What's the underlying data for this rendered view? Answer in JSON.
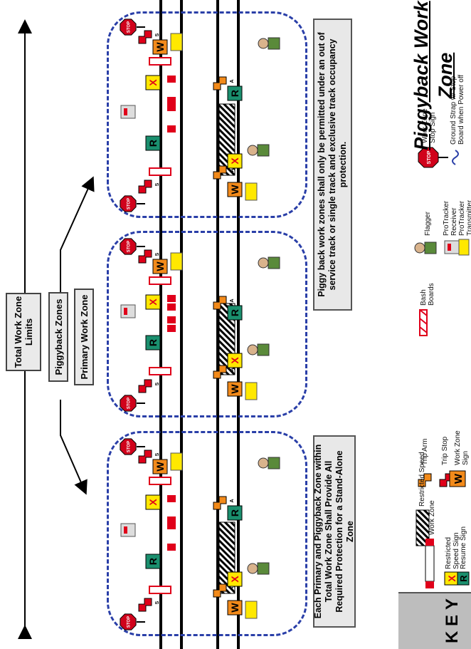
{
  "labels": {
    "total": "Total Work Zone Limits",
    "piggyback": "Piggyback Zones",
    "primary": "Primary Work Zone",
    "note_left": "Each Primary and Piggyback Zone within Total Work Zone Shall Provide  All Required Protection for a Stand-Alone Zone",
    "note_right": "Piggy back work zones shall only be permitted under an out of service track or single track and exclusive track occupancy protection.",
    "title": "Piggyback Work Zone"
  },
  "key": {
    "letters": [
      "K",
      "E",
      "Y"
    ],
    "items": [
      "Restricted Speed",
      "Work Zone",
      "Restricted Speed Sign",
      "Resume Sign",
      "Trip Arm",
      "Trip Stop",
      "Work Zone Sign",
      "Bash Boards",
      "Flagger",
      "ProTracker Receiver",
      "ProTracker Transmitter",
      "Work Zone Stop Sign",
      "Ground Strap w/ Stop Board when Power off"
    ],
    "work_zone_bar": "Work Zone"
  },
  "signs": {
    "stop": "STOP",
    "x": "X",
    "w": "W",
    "r": "R",
    "s": "S",
    "a": "A"
  },
  "colors": {
    "zone_border": "#2a3fa8",
    "red": "#e0001a",
    "orange": "#f28a1a",
    "yellow": "#ffe800",
    "green": "#1a8f6e",
    "stop_red": "#d0021b"
  }
}
